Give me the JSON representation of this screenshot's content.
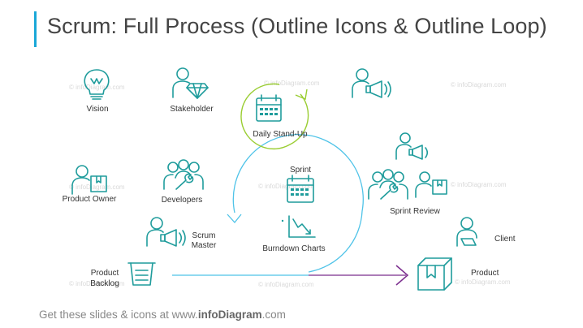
{
  "title": "Scrum: Full Process (Outline Icons & Outline Loop)",
  "labels": {
    "vision": "Vision",
    "stakeholder": "Stakeholder",
    "daily_standup": "Daily Stand-Up",
    "product_owner": "Product Owner",
    "developers": "Developers",
    "sprint": "Sprint",
    "sprint_review": "Sprint Review",
    "scrum": "Scrum",
    "master": "Master",
    "burndown": "Burndown Charts",
    "client": "Client",
    "product_l1": "Product",
    "product_l2": "Backlog",
    "product": "Product"
  },
  "watermark": "© infoDiagram.com",
  "footer": {
    "prefix": "Get these slides & icons at www.",
    "brand": "infoDiagram",
    "suffix": ".com"
  },
  "colors": {
    "accent": "#1aa8d8",
    "icon": "#1f9c9c",
    "loop_blue": "#4fc3e8",
    "loop_green": "#9acd32",
    "arrow_purple": "#7b2d8e"
  }
}
